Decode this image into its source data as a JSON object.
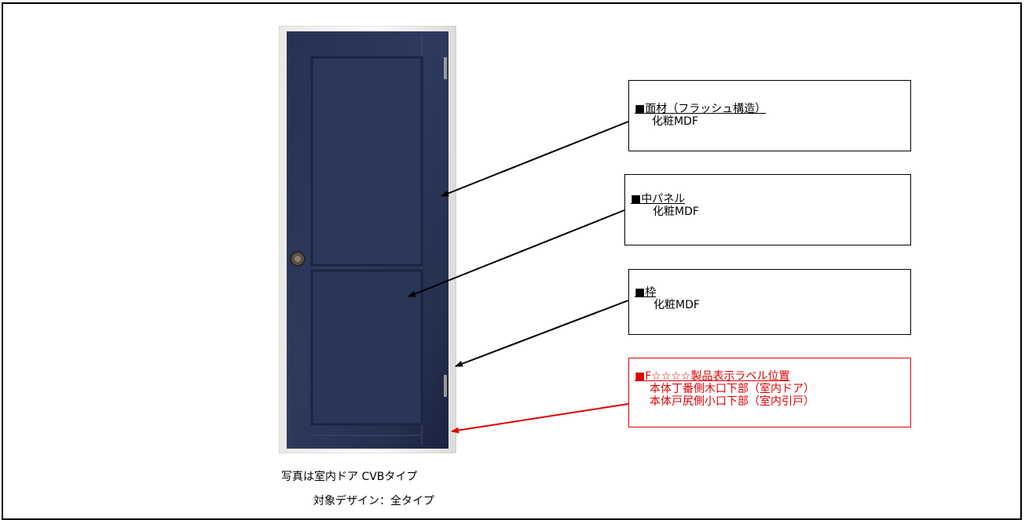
{
  "callouts": [
    {
      "title": "■面材",
      "title_suffix": "（フラッシュ構造）",
      "lines": [
        "化粧MDF"
      ]
    },
    {
      "title": "■中パネル",
      "title_suffix": "",
      "lines": [
        "化粧MDF"
      ]
    },
    {
      "title": "■枠",
      "title_suffix": "",
      "lines": [
        "化粧MDF"
      ]
    },
    {
      "title": "■F☆☆☆☆製品表示ラベル位置",
      "title_suffix": "",
      "lines": [
        "本体丁番側木口下部（室内ドア）",
        "本体戸尻側小口下部（室内引戸）"
      ]
    }
  ],
  "captions": {
    "photo": "写真は室内ドア CVBタイプ",
    "target": "対象デザイン：全タイプ"
  },
  "colors": {
    "door": "#2a3555",
    "frame": "#f4f4f2",
    "label_red": "#e00000"
  }
}
